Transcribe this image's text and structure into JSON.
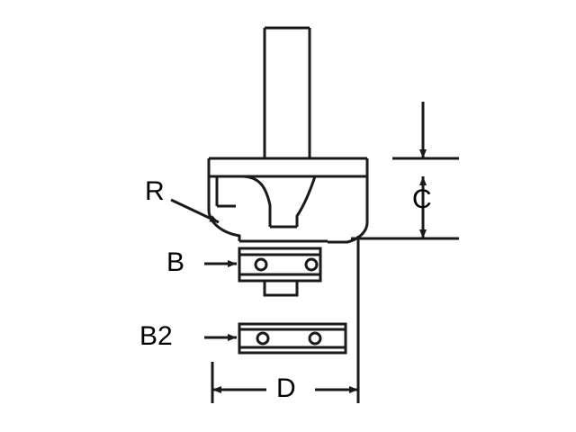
{
  "figure": {
    "title": "Router cutter technical drawing",
    "background_color": "#ffffff",
    "line_color": "#1a1a1a",
    "labels": {
      "radius": "R",
      "bearing": "B",
      "bearing_alt": "B2",
      "cut_depth": "C",
      "diameter": "D"
    },
    "parts": {
      "shank": "shank",
      "body": "cutter-body",
      "profile": "radius-profile",
      "bearing": "guide-bearing",
      "bearing_spare": "spare-bearing",
      "screw": "bearing-screw"
    },
    "dimension_lines": {
      "c": "vertical dimension C with arrows",
      "d": "horizontal dimension D with arrows"
    }
  }
}
